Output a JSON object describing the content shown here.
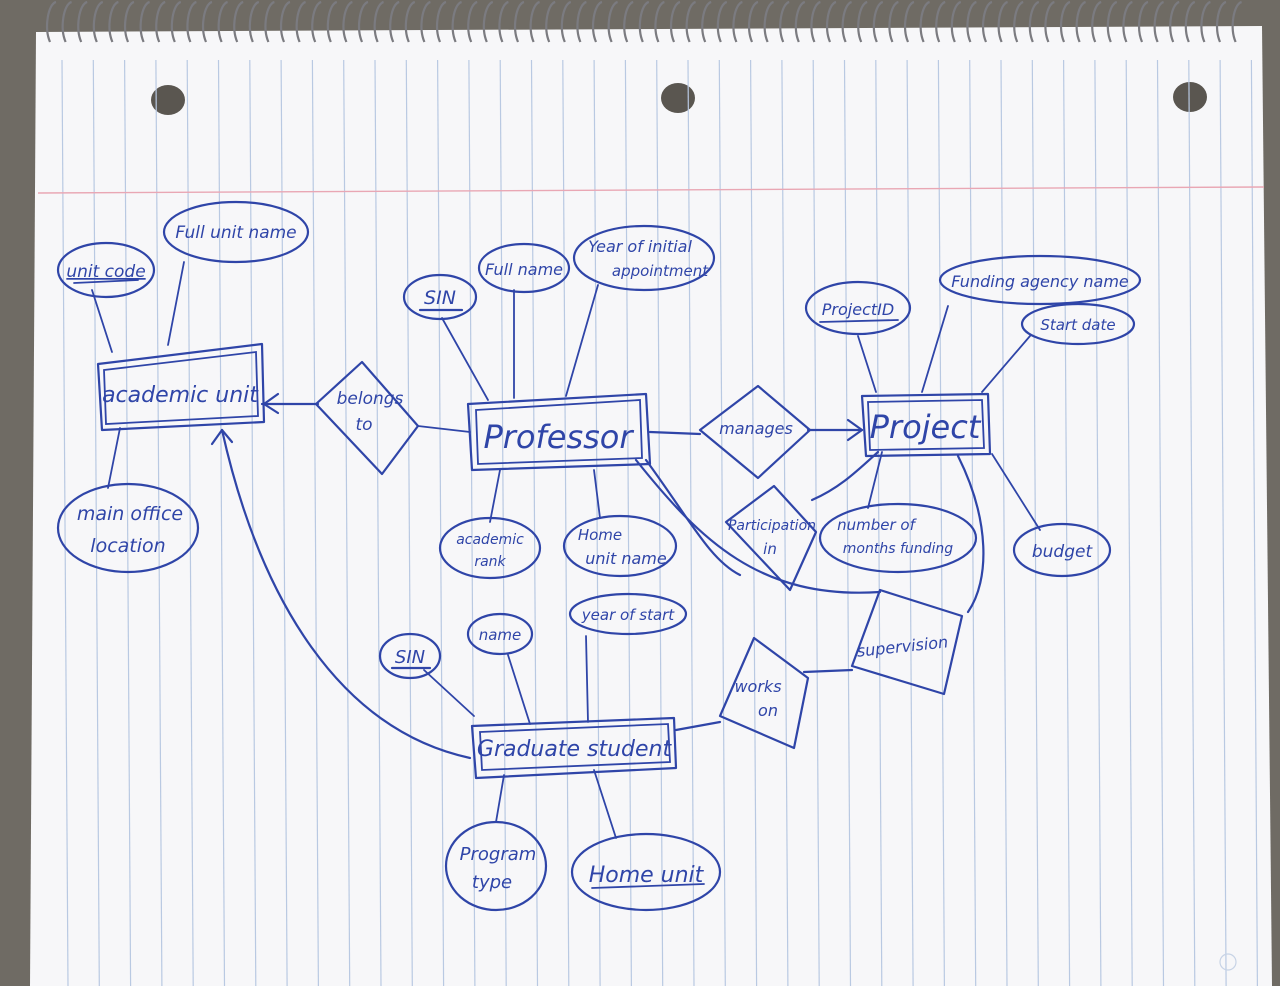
{
  "diagram": {
    "entities": {
      "academic_unit": "academic unit",
      "professor": "Professor",
      "project": "Project",
      "graduate_student": "Graduate student"
    },
    "relationships": {
      "belongs_to_1": "belongs",
      "belongs_to_2": "to",
      "manages": "manages",
      "participation_1": "Participation",
      "participation_2": "in",
      "supervision": "supervision",
      "works_on_1": "works",
      "works_on_2": "on"
    },
    "attributes": {
      "unit_code": "unit code",
      "full_unit_name": "Full unit name",
      "main_office_1": "main office",
      "main_office_2": "location",
      "prof_sin": "SIN",
      "prof_full_name": "Full name",
      "year_initial_1": "Year of initial",
      "year_initial_2": "appointment",
      "academic_rank_1": "academic",
      "academic_rank_2": "rank",
      "home_unit_name_1": "Home",
      "home_unit_name_2": "unit name",
      "project_id": "ProjectID",
      "funding_agency": "Funding agency name",
      "start_date": "Start date",
      "number_months_1": "number of",
      "number_months_2": "months funding",
      "budget": "budget",
      "grad_sin": "SIN",
      "grad_name": "name",
      "year_of_start": "year of start",
      "program_type_1": "Program",
      "program_type_2": "type",
      "home_unit": "Home unit"
    }
  }
}
